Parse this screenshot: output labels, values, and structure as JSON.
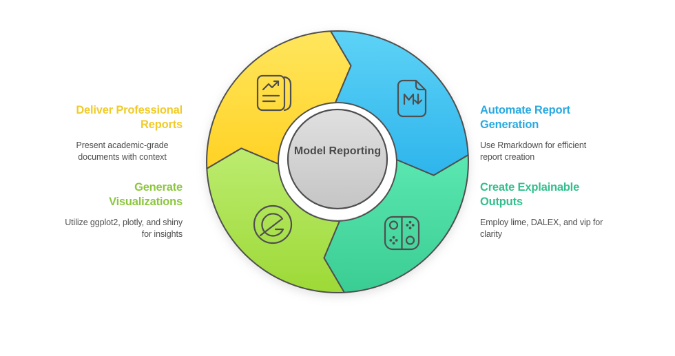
{
  "diagram": {
    "center": {
      "label": "Model Reporting",
      "text_color": "#4a4a4a",
      "fill_light": "#e0e0e0",
      "fill_dark": "#c5c5c5",
      "ring_color": "#ffffff"
    },
    "outline_color": "#4f4f4f",
    "body_text_color": "#4e4e50",
    "segments": [
      {
        "id": "deliver-professional-reports",
        "position": "top-left",
        "icon": "trend-report-icon",
        "fill_light": "#ffe65e",
        "fill_dark": "#ffd224",
        "title_color": "#f0cb2b",
        "title_lines": [
          "Deliver Professional",
          "Reports"
        ],
        "description_lines": [
          "Present academic-grade",
          "documents with context"
        ]
      },
      {
        "id": "automate-report-generation",
        "position": "top-right",
        "icon": "markdown-file-icon",
        "fill_light": "#5dd2f6",
        "fill_dark": "#2eb5ec",
        "title_color": "#2aa9e0",
        "title_lines": [
          "Automate Report",
          "Generation"
        ],
        "description_lines": [
          "Use Rmarkdown for efficient",
          "report creation"
        ]
      },
      {
        "id": "create-explainable-outputs",
        "position": "bottom-right",
        "icon": "switch-controller-icon",
        "fill_light": "#5be7b1",
        "fill_dark": "#3acd93",
        "title_color": "#33bf8d",
        "title_lines": [
          "Create Explainable",
          "Outputs"
        ],
        "description_lines": [
          "Employ lime, DALEX, and vip for",
          "clarity"
        ]
      },
      {
        "id": "generate-visualizations",
        "position": "bottom-left",
        "icon": "gatsby-g-icon",
        "fill_light": "#bcec70",
        "fill_dark": "#9dd936",
        "title_color": "#8cc63f",
        "title_lines": [
          "Generate",
          "Visualizations"
        ],
        "description_lines": [
          "Utilize ggplot2, plotly, and shiny",
          "for insights"
        ]
      }
    ]
  }
}
